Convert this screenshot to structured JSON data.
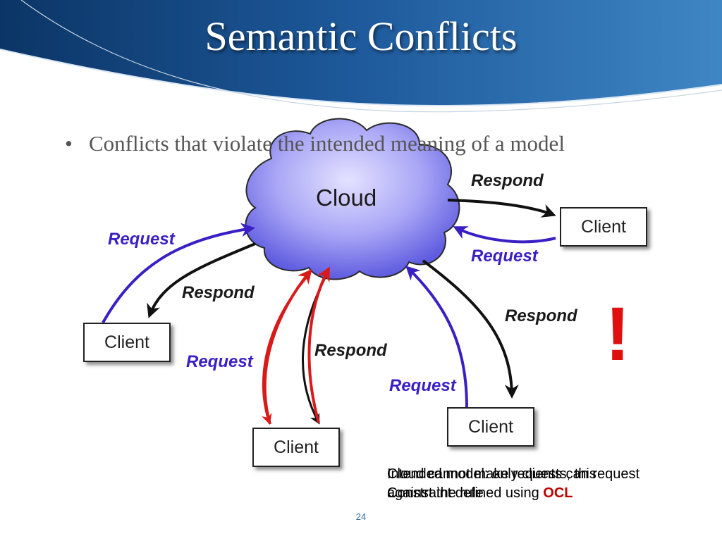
{
  "slide": {
    "title": "Semantic Conflicts",
    "bullet": "Conflicts that violate the intended meaning of a model",
    "page_number": "24"
  },
  "diagram": {
    "cloud_label": "Cloud",
    "client_label": "Client",
    "request_label": "Request",
    "respond_label": "Respond",
    "exclamation": "!"
  },
  "note": {
    "line1_a": "Intended model: only clients can request",
    "line1_b": "Cloud cannot make requests, this",
    "line2_a": "against the rule",
    "line2_b": "Constraint defined using",
    "ocl": "OCL"
  },
  "colors": {
    "header_gradient_dark": "#0d3c74",
    "header_gradient_light": "#3f86c4",
    "request_arrow": "#3a1fc4",
    "respond_arrow": "#111111",
    "conflict_arrow": "#d91a1a",
    "cloud_fill_center": "#dcd9ff",
    "cloud_fill_edge": "#6f6ce6",
    "exclamation": "#e01010",
    "ocl_text": "#c00000"
  }
}
